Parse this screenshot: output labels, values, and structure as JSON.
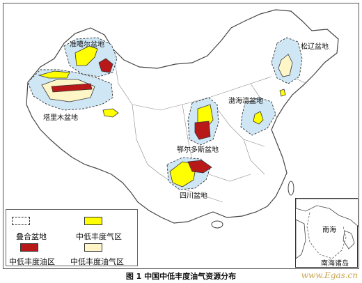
{
  "map": {
    "basins": [
      {
        "id": "junggar",
        "label": "准噶尔盆地"
      },
      {
        "id": "tarim",
        "label": "塔里木盆地"
      },
      {
        "id": "songliao",
        "label": "松辽盆地"
      },
      {
        "id": "bohai",
        "label": "渤海湾盆地"
      },
      {
        "id": "ordos",
        "label": "鄂尔多斯盆地"
      },
      {
        "id": "sichuan",
        "label": "四川盆地"
      }
    ],
    "inset": {
      "label": "南海诸岛",
      "sea_label": "南海"
    }
  },
  "legend": {
    "items": [
      {
        "key": "superposed_basin",
        "label": "叠合盆地"
      },
      {
        "key": "gas_area",
        "label": "中低丰度气区"
      },
      {
        "key": "oil_area",
        "label": "中低丰度油区"
      },
      {
        "key": "oil_gas_area",
        "label": "中低丰度油气区"
      }
    ]
  },
  "colors": {
    "basin_fill": "#cfe6f5",
    "gas": "#ffff00",
    "oil": "#b81818",
    "oil_gas": "#fff6c8",
    "border": "#444444"
  },
  "caption": "图 1   中国中低丰度油气资源分布",
  "watermark": "www.Egas.cn"
}
